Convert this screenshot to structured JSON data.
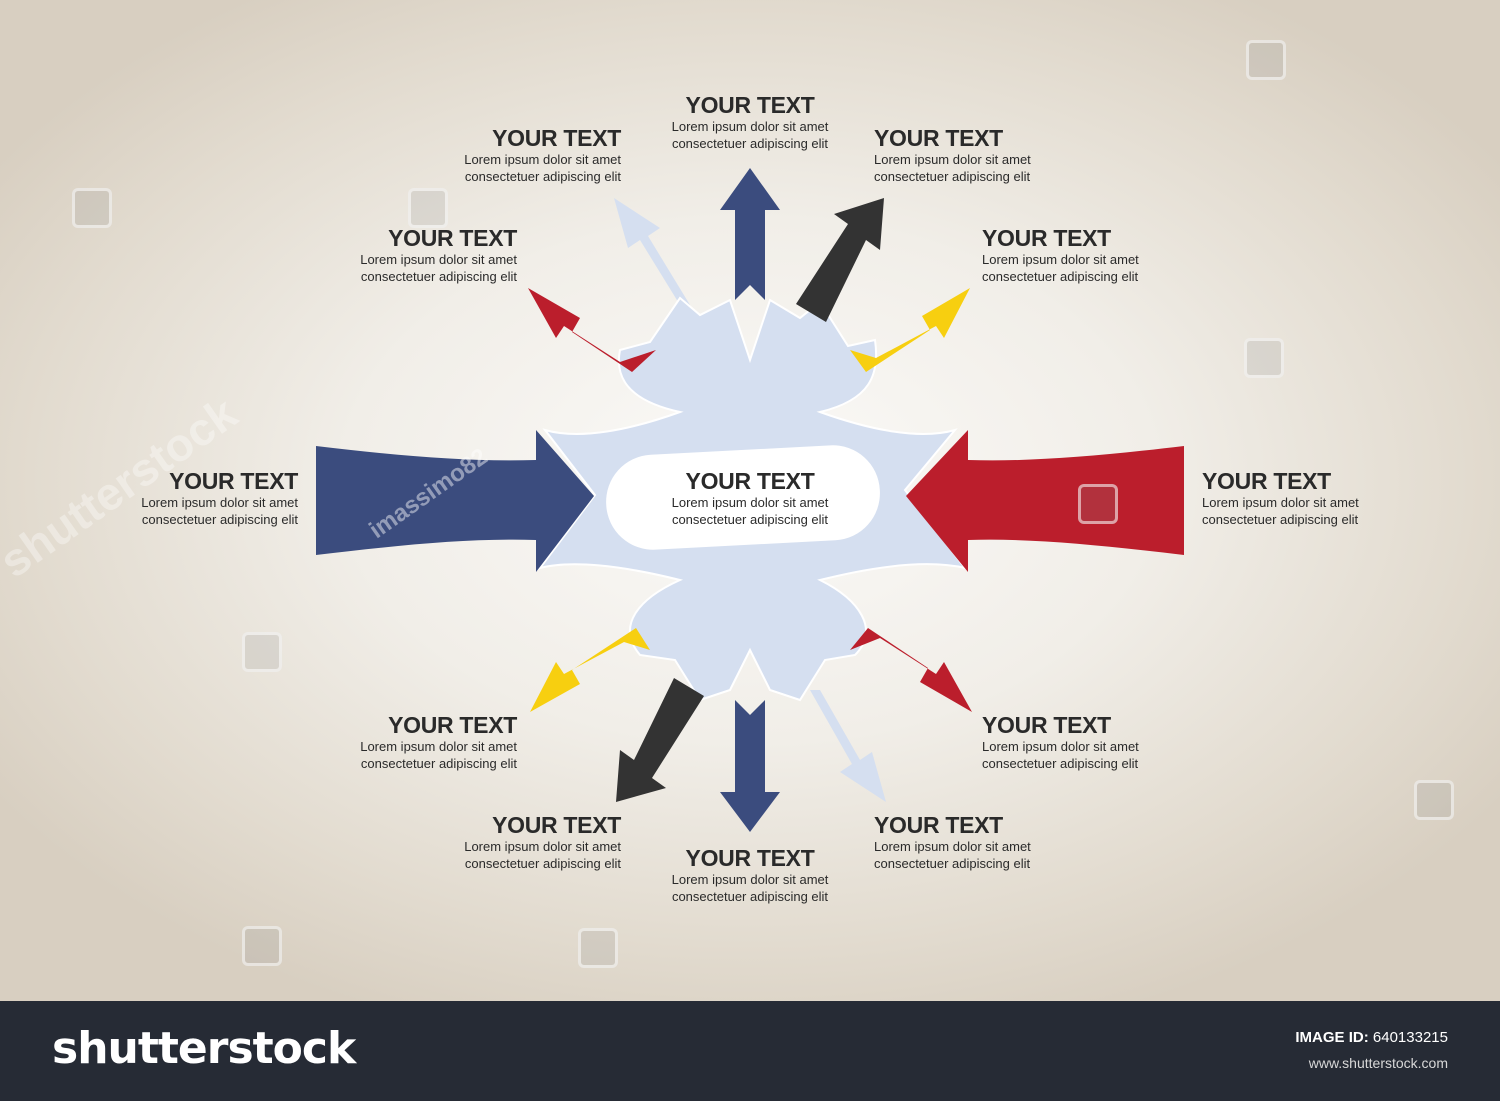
{
  "colors": {
    "navy": "#3b4c7e",
    "red": "#bb1e2c",
    "black": "#333333",
    "yellow": "#f7cf10",
    "light_blue": "#d5dff0",
    "footer_bg": "#262b35"
  },
  "labels": {
    "top": {
      "title": "YOUR TEXT",
      "line1": "Lorem ipsum dolor sit amet",
      "line2": "consectetuer adipiscing elit"
    },
    "top_left": {
      "title": "YOUR TEXT",
      "line1": "Lorem ipsum dolor sit amet",
      "line2": "consectetuer adipiscing elit"
    },
    "top_right": {
      "title": "YOUR TEXT",
      "line1": "Lorem ipsum dolor sit amet",
      "line2": "consectetuer adipiscing elit"
    },
    "upper_left": {
      "title": "YOUR TEXT",
      "line1": "Lorem ipsum dolor sit amet",
      "line2": "consectetuer adipiscing elit"
    },
    "upper_right": {
      "title": "YOUR TEXT",
      "line1": "Lorem ipsum dolor sit amet",
      "line2": "consectetuer adipiscing elit"
    },
    "left": {
      "title": "YOUR TEXT",
      "line1": "Lorem ipsum dolor sit amet",
      "line2": "consectetuer adipiscing elit"
    },
    "center": {
      "title": "YOUR TEXT",
      "line1": "Lorem ipsum dolor sit amet",
      "line2": "consectetuer adipiscing elit"
    },
    "right": {
      "title": "YOUR TEXT",
      "line1": "Lorem ipsum dolor sit amet",
      "line2": "consectetuer adipiscing elit"
    },
    "lower_left": {
      "title": "YOUR TEXT",
      "line1": "Lorem ipsum dolor sit amet",
      "line2": "consectetuer adipiscing elit"
    },
    "lower_right": {
      "title": "YOUR TEXT",
      "line1": "Lorem ipsum dolor sit amet",
      "line2": "consectetuer adipiscing elit"
    },
    "bottom_left": {
      "title": "YOUR TEXT",
      "line1": "Lorem ipsum dolor sit amet",
      "line2": "consectetuer adipiscing elit"
    },
    "bottom": {
      "title": "YOUR TEXT",
      "line1": "Lorem ipsum dolor sit amet",
      "line2": "consectetuer adipiscing elit"
    },
    "bottom_right": {
      "title": "YOUR TEXT",
      "line1": "Lorem ipsum dolor sit amet",
      "line2": "consectetuer adipiscing elit"
    }
  },
  "watermark": {
    "brand": "shutterstock",
    "author": "imassimo82"
  },
  "footer": {
    "logo": "shutterstock",
    "image_id_label": "IMAGE ID:",
    "image_id": "640133215",
    "site": "www.shutterstock.com"
  }
}
